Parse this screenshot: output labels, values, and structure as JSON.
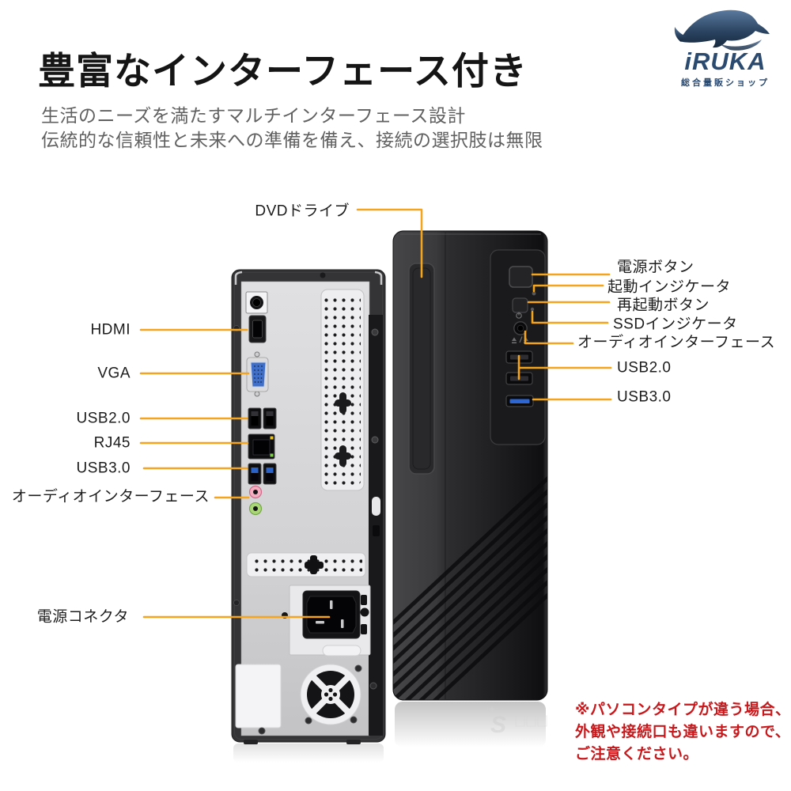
{
  "logo": {
    "brand": "iRUKA",
    "tagline": "総合量販ショップ",
    "icon": "dolphin-icon",
    "color": "#2B4A70"
  },
  "header": {
    "title": "豊富なインターフェース付き",
    "subtitle_line1": "生活のニーズを満たすマルチインターフェース設計",
    "subtitle_line2": "伝統的な信頼性と未来への準備を備え、接続の選択肢は無限"
  },
  "colors": {
    "accent_line": "#F5A41E",
    "notice_red": "#C9181B",
    "title_black": "#151515",
    "subtitle_gray": "#616161",
    "vga_blue": "#3F6FC8",
    "usb3_blue": "#2C66D4",
    "audio_pink": "#F4AEC0",
    "audio_green": "#ABD678",
    "tower_dark": "#1C1C1E",
    "panel_silver": "#D9D9DB"
  },
  "diagram": {
    "drive_label": "DVDドライブ",
    "back_panel": {
      "view": "rear",
      "labels": [
        {
          "text": "HDMI"
        },
        {
          "text": "VGA"
        },
        {
          "text": "USB2.0"
        },
        {
          "text": "RJ45"
        },
        {
          "text": "USB3.0"
        },
        {
          "text": "オーディオインターフェース"
        },
        {
          "text": "電源コネクタ"
        }
      ]
    },
    "front_panel": {
      "view": "front",
      "labels": [
        {
          "text": "電源ボタン"
        },
        {
          "text": "起動インジケータ"
        },
        {
          "text": "再起動ボタン"
        },
        {
          "text": "SSDインジケータ"
        },
        {
          "text": "オーディオインターフェース"
        },
        {
          "text": "USB2.0"
        },
        {
          "text": "USB3.0"
        }
      ]
    }
  },
  "notice": {
    "line1": "※パソコンタイプが違う場合、",
    "line2": "外観や接続口も違いますので、",
    "line3": "ご注意ください。"
  }
}
